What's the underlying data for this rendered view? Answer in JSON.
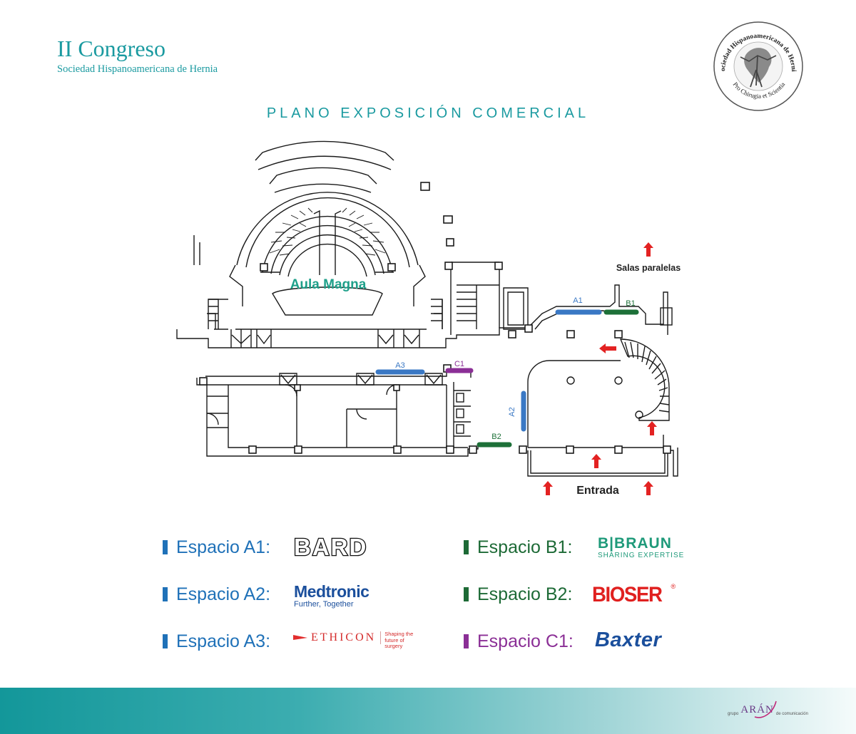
{
  "header": {
    "title": "II Congreso",
    "subtitle": "Sociedad Hispanoamericana de Hernia",
    "seal": {
      "ring_text": "Sociedad Hispanoamericana de Hernia",
      "motto": "Pro Chirugia et Scientia"
    }
  },
  "plan_title": "PLANO EXPOSICIÓN COMERCIAL",
  "floorplan": {
    "hall_label": "Aula Magna",
    "side_rooms_label": "Salas paralelas",
    "entrance_label": "Entrada",
    "booths": [
      {
        "id": "A1",
        "color": "#3a78c4"
      },
      {
        "id": "B1",
        "color": "#1d7038"
      },
      {
        "id": "A3",
        "color": "#3a78c4"
      },
      {
        "id": "C1",
        "color": "#8b2f96"
      },
      {
        "id": "A2",
        "color": "#3a78c4"
      },
      {
        "id": "B2",
        "color": "#1d7038"
      }
    ],
    "arrow_color": "#e32222"
  },
  "legend": [
    {
      "label": "Espacio A1:",
      "color": "#1f71b8",
      "logo": "BARD"
    },
    {
      "label": "Espacio A2:",
      "color": "#1f71b8",
      "logo": "Medtronic",
      "logo_tagline": "Further, Together"
    },
    {
      "label": "Espacio A3:",
      "color": "#1f71b8",
      "logo": "ETHICON",
      "logo_tagline": "Shaping the future of surgery"
    },
    {
      "label": "Espacio B1:",
      "color": "#1d6a36",
      "logo": "B|BRAUN",
      "logo_tagline": "SHARING EXPERTISE"
    },
    {
      "label": "Espacio B2:",
      "color": "#1d6a36",
      "logo": "BIOSER"
    },
    {
      "label": "Espacio C1:",
      "color": "#8b2f96",
      "logo": "Baxter"
    }
  ],
  "footer": {
    "brand": "ARÁN",
    "brand_prefix": "grupo",
    "brand_suffix": "de comunicación"
  }
}
